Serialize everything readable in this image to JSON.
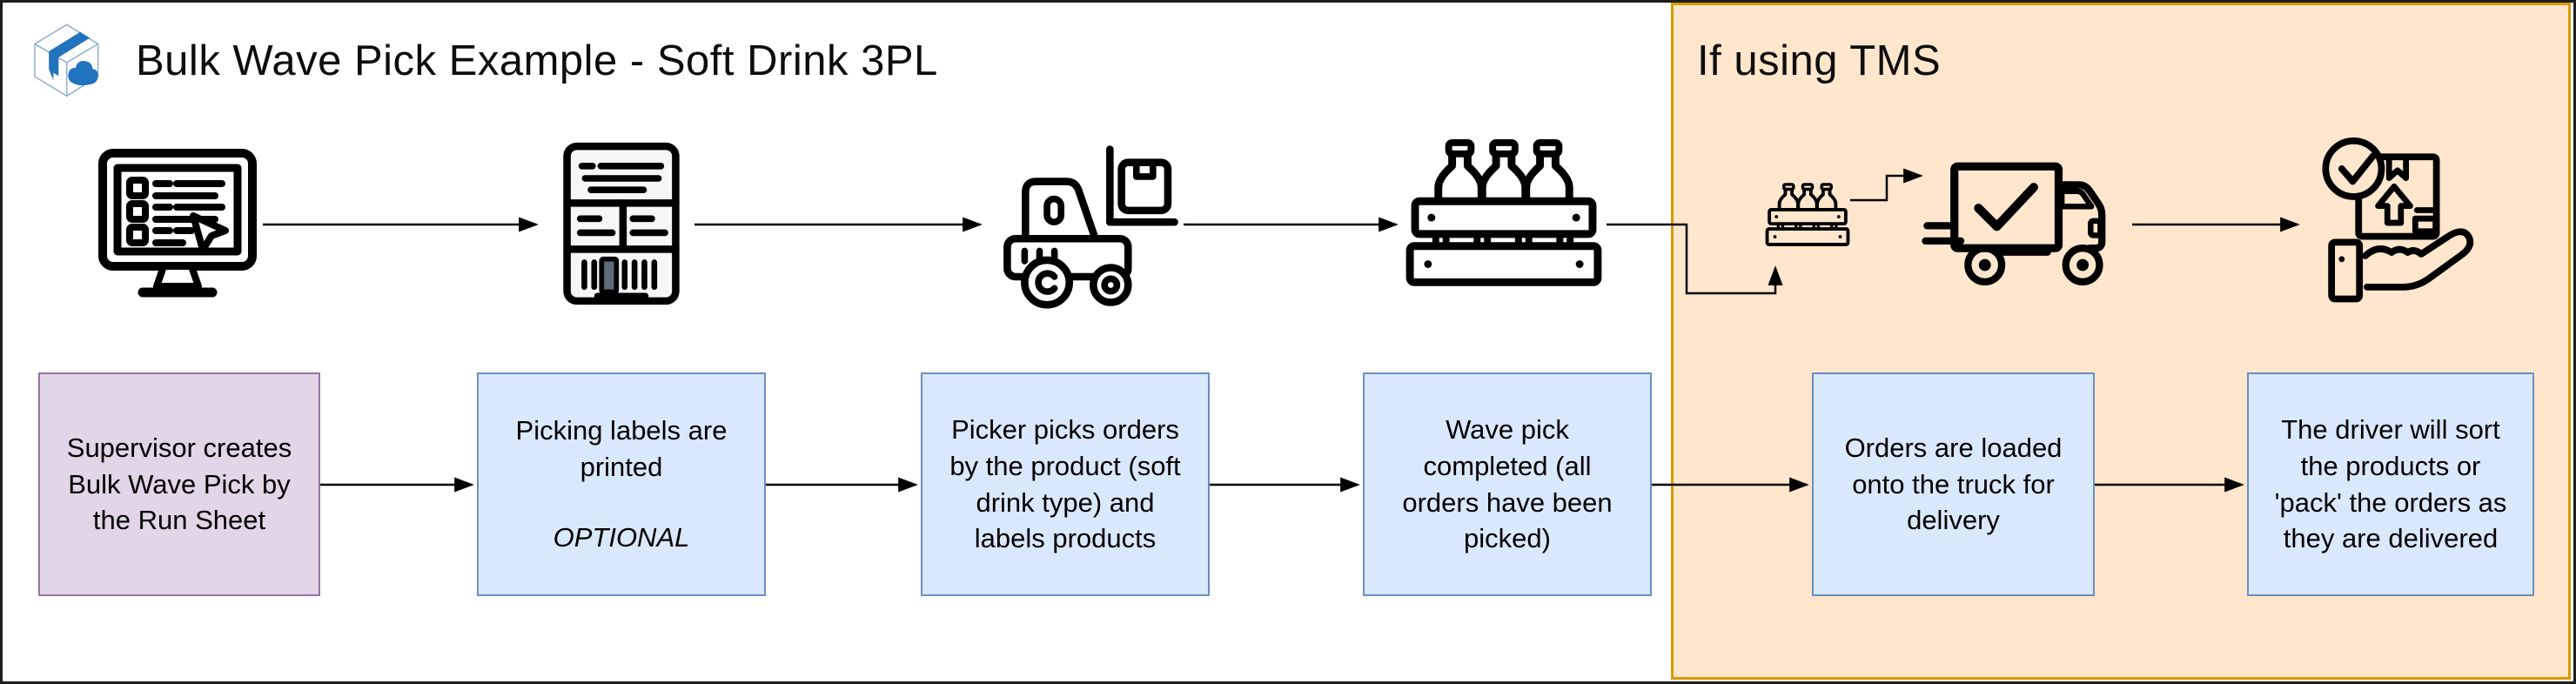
{
  "header": {
    "title": "Bulk Wave Pick Example - Soft Drink 3PL",
    "logo_icon": "carton-cloud-box-logo"
  },
  "tms_section": {
    "label": "If using TMS"
  },
  "flow_icons": [
    {
      "name": "computer-run-sheet-icon"
    },
    {
      "name": "picking-label-barcode-icon"
    },
    {
      "name": "forklift-box-icon"
    },
    {
      "name": "bottle-crate-icon"
    },
    {
      "name": "small-bottle-crate-icon"
    },
    {
      "name": "delivery-truck-check-icon"
    },
    {
      "name": "hand-delivery-box-icon"
    }
  ],
  "boxes": [
    {
      "id": "supervisor-creates",
      "text": "Supervisor creates\nBulk Wave Pick by\nthe Run Sheet",
      "style": "purple"
    },
    {
      "id": "labels-printed",
      "text": "Picking labels are\nprinted",
      "note": "OPTIONAL",
      "style": "blue"
    },
    {
      "id": "picker-picks",
      "text": "Picker picks orders\nby the product (soft\ndrink type) and\nlabels products",
      "style": "blue"
    },
    {
      "id": "wave-completed",
      "text": "Wave pick\ncompleted (all\norders have been\npicked)",
      "style": "blue"
    },
    {
      "id": "orders-loaded",
      "text": "Orders are loaded\nonto the truck for\ndelivery",
      "style": "blue"
    },
    {
      "id": "driver-sorts",
      "text": "The driver will sort\nthe products or\n'pack' the orders as\nthey are delivered",
      "style": "blue"
    }
  ],
  "colors": {
    "canvas_border": "#1e1e1e",
    "tms_fill": "#FFE6CC",
    "tms_border": "#D79B00",
    "box_blue_fill": "#DAE8FC",
    "box_blue_border": "#6C8EBF",
    "box_purple_fill": "#E1D5E7",
    "box_purple_border": "#9673A6",
    "logo_blue": "#2173BE",
    "label_paper_fill": "#F4F6F8",
    "barcode_bar_fill": "#5D6B79",
    "connector": "#000000"
  }
}
